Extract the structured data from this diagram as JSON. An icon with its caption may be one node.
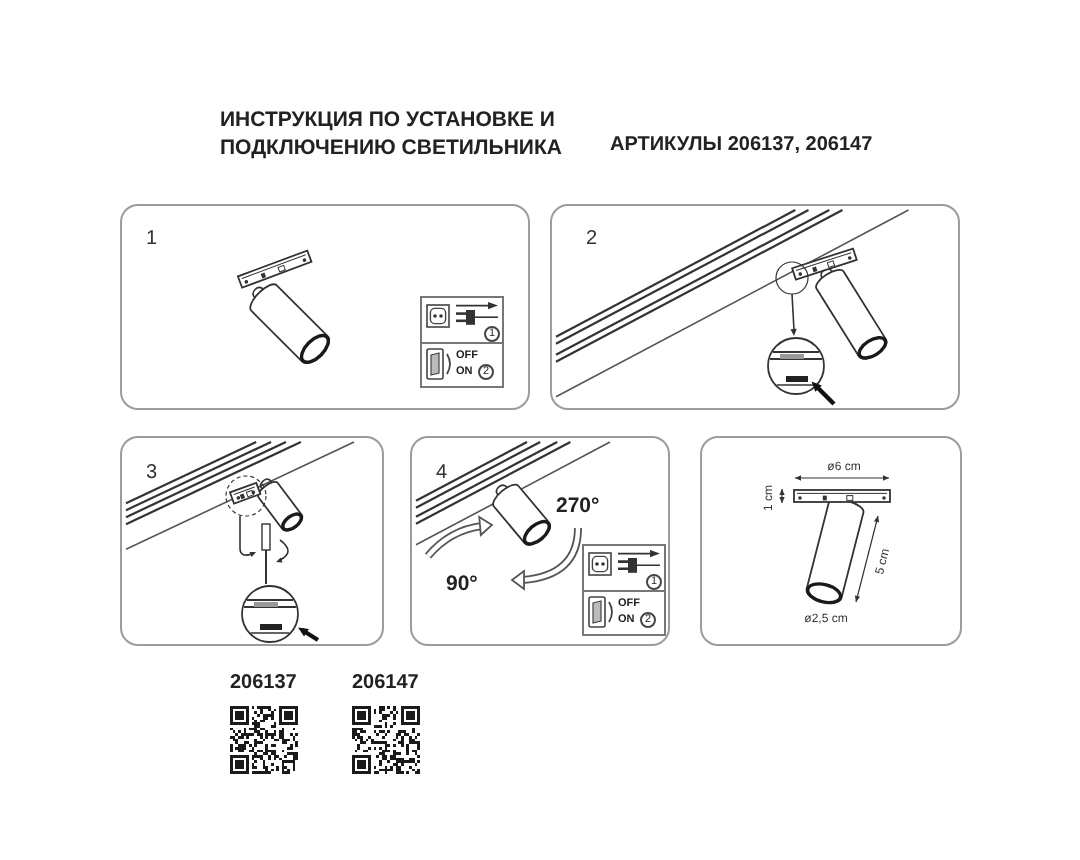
{
  "diagram": {
    "title": "ИНСТРУКЦИЯ ПО УСТАНОВКЕ И ПОДКЛЮЧЕНИЮ СВЕТИЛЬНИКА",
    "nodes": [
      {
        "text": [
          "1"
        ]
      },
      {
        "text": [
          "1",
          "OFF",
          "ON",
          "2"
        ],
        "in": 0
      },
      {
        "text": [
          "2"
        ]
      },
      {
        "text": [
          "3"
        ]
      },
      {
        "text": [
          "4",
          "270°",
          "90°"
        ]
      },
      {
        "text": [
          "1",
          "OFF",
          "ON",
          "2"
        ],
        "in": 4
      },
      {
        "text": [
          "ø6 cm",
          "1 cm",
          "5 cm",
          "ø2,5 cm"
        ]
      }
    ],
    "labels": [
      "АРТИКУЛЫ 206137, 206147",
      "206137",
      "206147"
    ]
  }
}
